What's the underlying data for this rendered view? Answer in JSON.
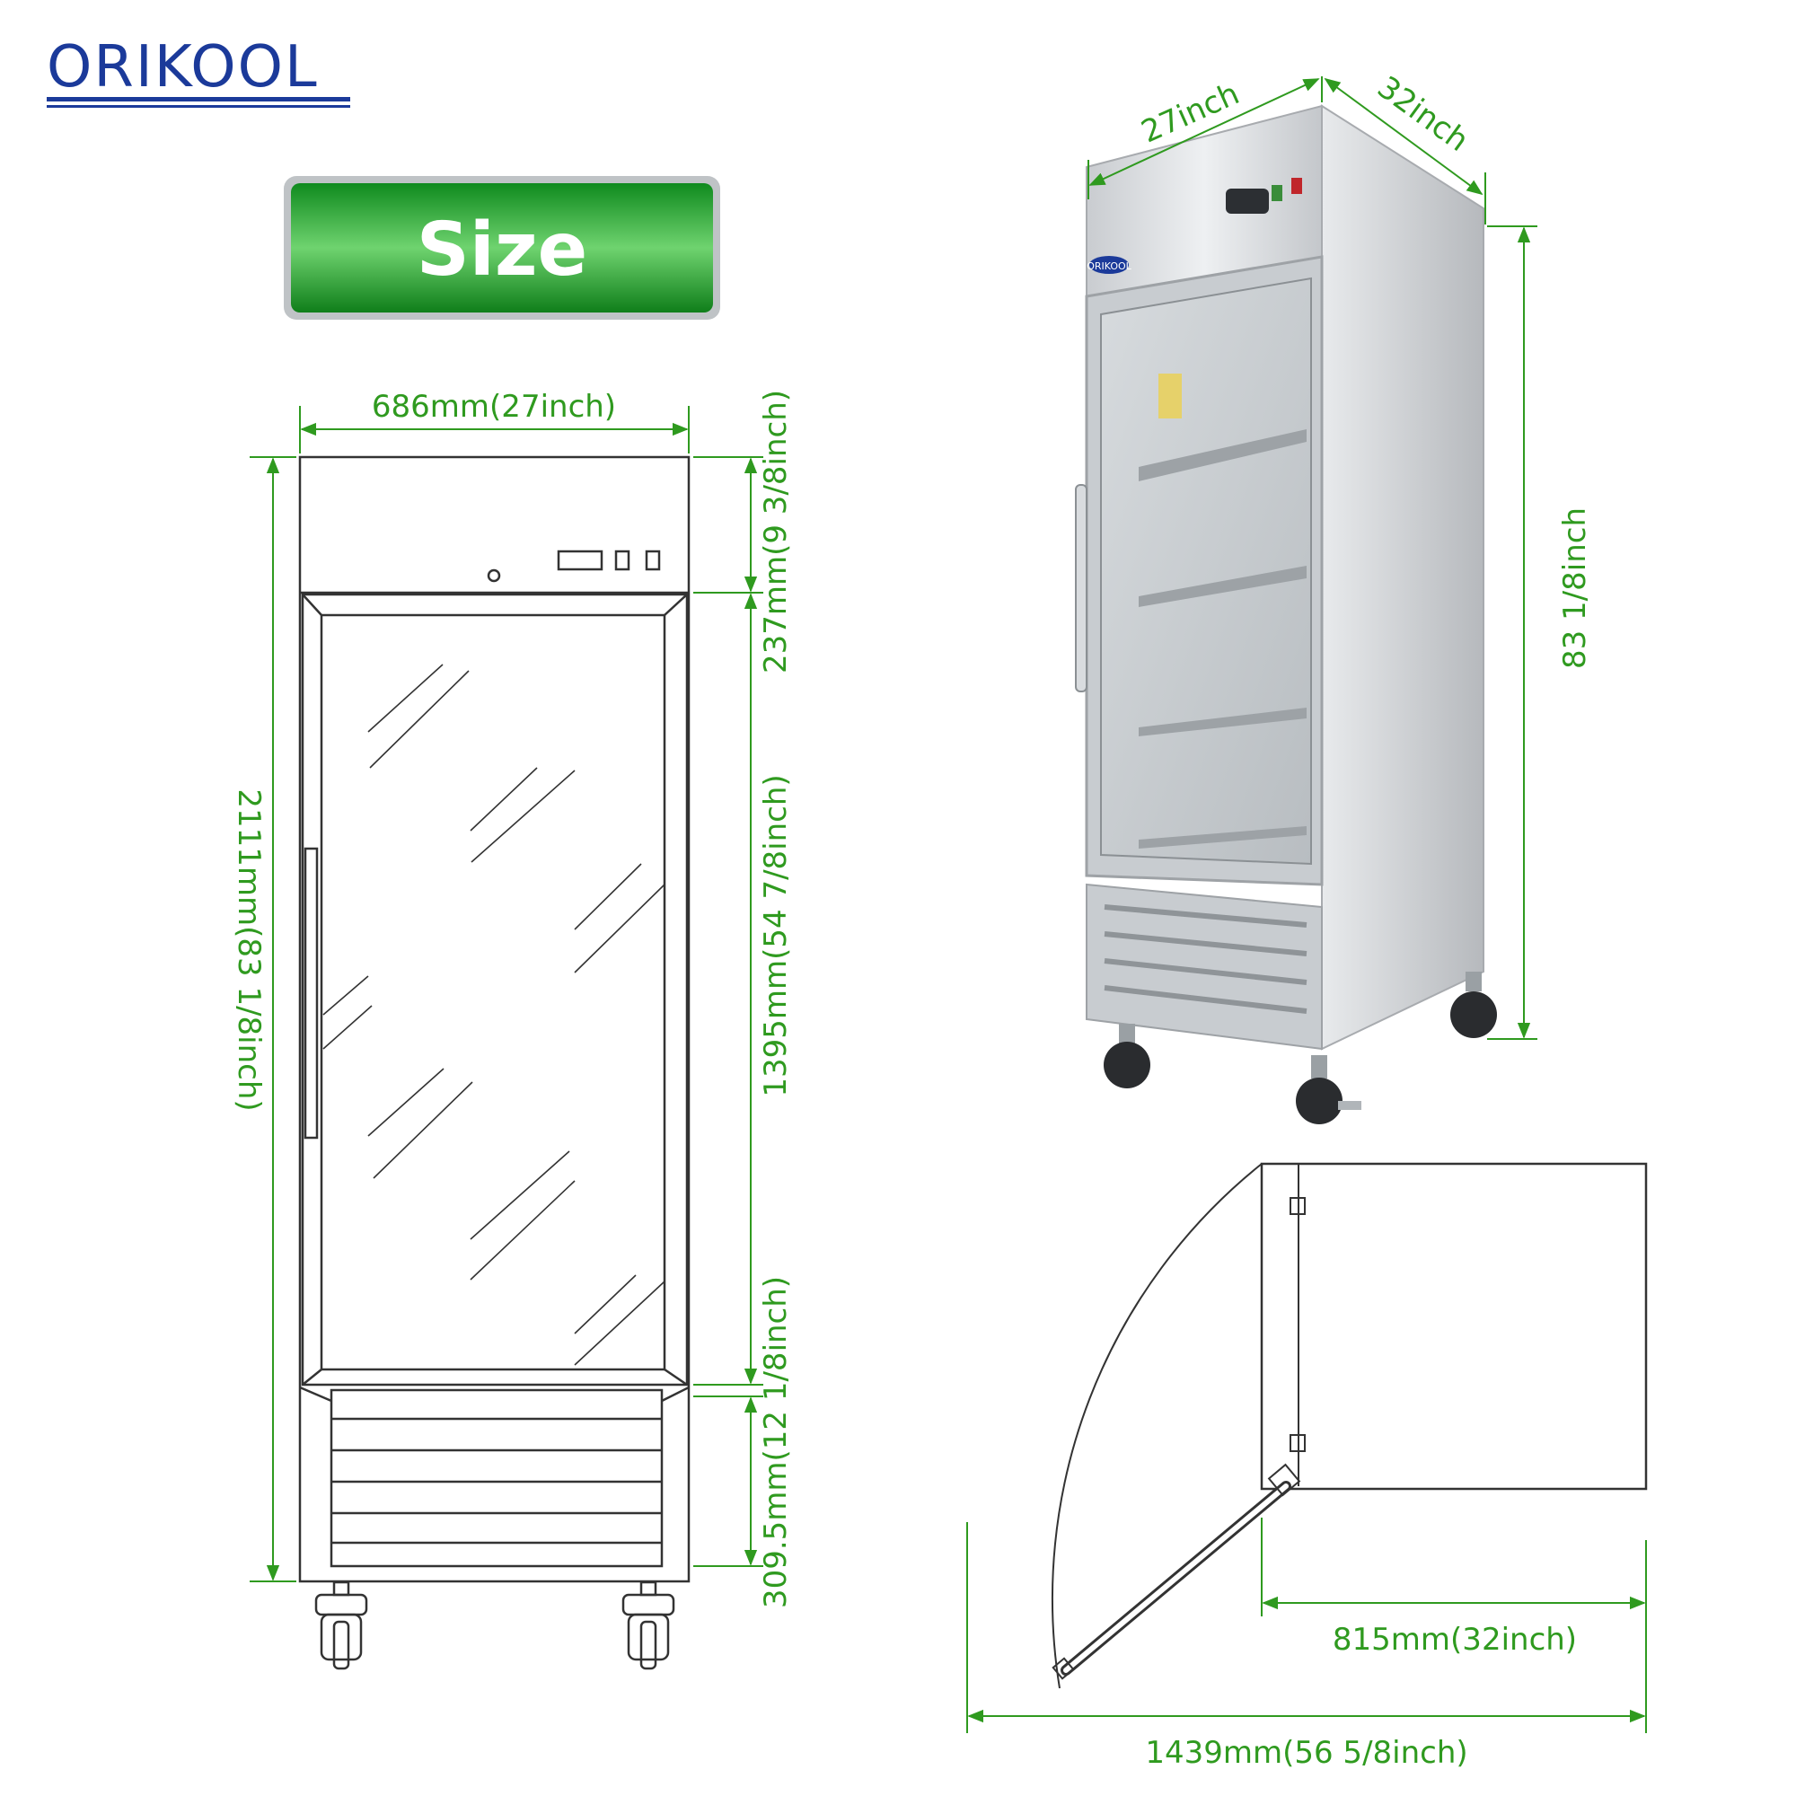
{
  "brand": {
    "logo_text": "ORIKOOL"
  },
  "banner": {
    "label": "Size"
  },
  "front_view": {
    "width_label": "686mm(27inch)",
    "total_height_label": "2111mm(83 1/8inch)",
    "top_section_label": "237mm(9 3/8inch)",
    "door_label": "1395mm(54 7/8inch)",
    "bottom_section_label": "309.5mm(12 1/8inch)"
  },
  "photo_view": {
    "width_label": "27inch",
    "depth_label": "32inch",
    "height_label": "83 1/8inch",
    "panel_logo": "ORIKOOL"
  },
  "plan_view": {
    "depth_label": "815mm(32inch)",
    "open_depth_label": "1439mm(56 5/8inch)"
  },
  "colors": {
    "dimension_green": "#2f9a1f",
    "brand_blue": "#1b3a9a",
    "banner_green": "#2ea043",
    "drawing_line": "#333333"
  }
}
